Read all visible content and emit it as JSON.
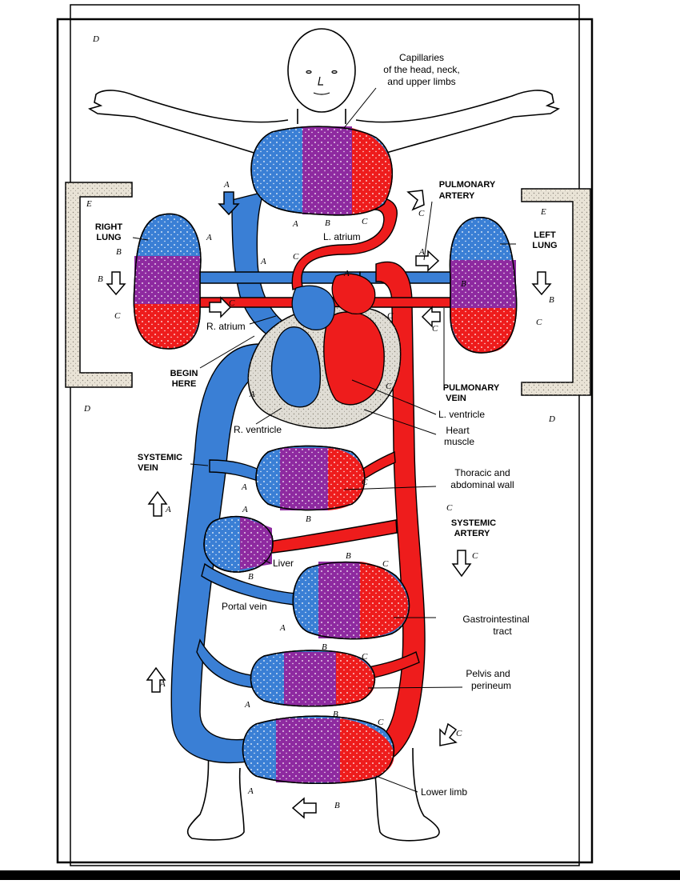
{
  "colors": {
    "deoxygenated": "#3a7fd5",
    "oxygenated": "#ee1c1c",
    "capillary": "#8e2aa0",
    "frame_fill": "#e9e3d6"
  },
  "labels": {
    "capillaries_head": [
      "Capillaries",
      "of the head, neck,",
      "and upper limbs"
    ],
    "pulmonary_artery": [
      "PULMONARY",
      "ARTERY"
    ],
    "right_lung": [
      "RIGHT",
      "LUNG"
    ],
    "left_lung": [
      "LEFT",
      "LUNG"
    ],
    "l_atrium": "L. atrium",
    "r_atrium": "R. atrium",
    "begin_here": [
      "BEGIN",
      "HERE"
    ],
    "pulmonary_vein": [
      "PULMONARY",
      "VEIN"
    ],
    "l_ventricle": "L. ventricle",
    "r_ventricle": "R. ventricle",
    "heart_muscle": [
      "Heart",
      "muscle"
    ],
    "systemic_vein": [
      "SYSTEMIC",
      "VEIN"
    ],
    "thoracic": [
      "Thoracic and",
      "abdominal wall"
    ],
    "systemic_artery": [
      "SYSTEMIC",
      "ARTERY"
    ],
    "liver": "Liver",
    "portal_vein": "Portal vein",
    "gastrointestinal": [
      "Gastrointestinal",
      "tract"
    ],
    "pelvis": [
      "Pelvis and",
      "perineum"
    ],
    "lower_limb": "Lower limb"
  },
  "letters": {
    "a": "A",
    "b": "B",
    "c": "C",
    "d": "D",
    "e": "E"
  }
}
